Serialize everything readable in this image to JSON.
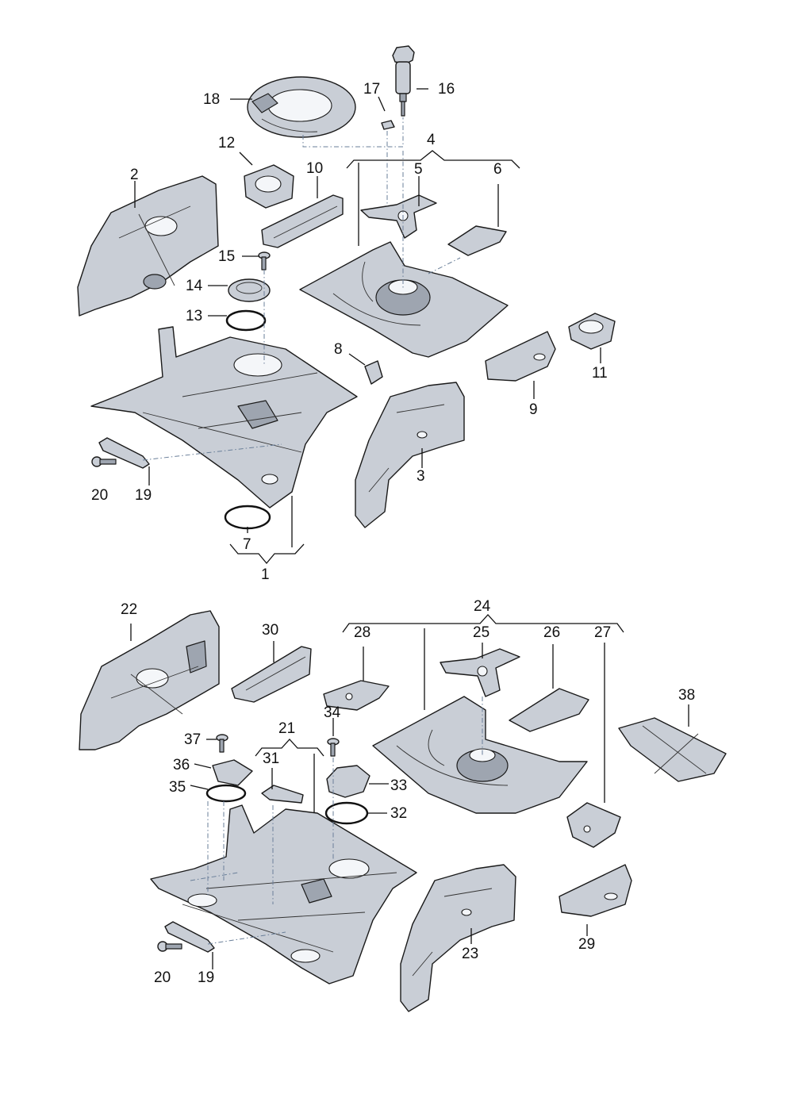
{
  "callouts": {
    "c1": "1",
    "c2": "2",
    "c3": "3",
    "c4": "4",
    "c5": "5",
    "c6": "6",
    "c7": "7",
    "c8": "8",
    "c9": "9",
    "c10": "10",
    "c11": "11",
    "c12": "12",
    "c13": "13",
    "c14": "14",
    "c15": "15",
    "c16": "16",
    "c17": "17",
    "c18": "18",
    "c19a": "19",
    "c20a": "20",
    "c19b": "19",
    "c20b": "20",
    "c21": "21",
    "c22": "22",
    "c23": "23",
    "c24": "24",
    "c25": "25",
    "c26": "26",
    "c27": "27",
    "c28": "28",
    "c29": "29",
    "c30": "30",
    "c31": "31",
    "c32": "32",
    "c33": "33",
    "c34": "34",
    "c35": "35",
    "c36": "36",
    "c37": "37",
    "c38": "38"
  },
  "colors": {
    "part_fill": "#c9ced6",
    "outline": "#1a1a1a",
    "dash_line": "#6a7f99"
  }
}
